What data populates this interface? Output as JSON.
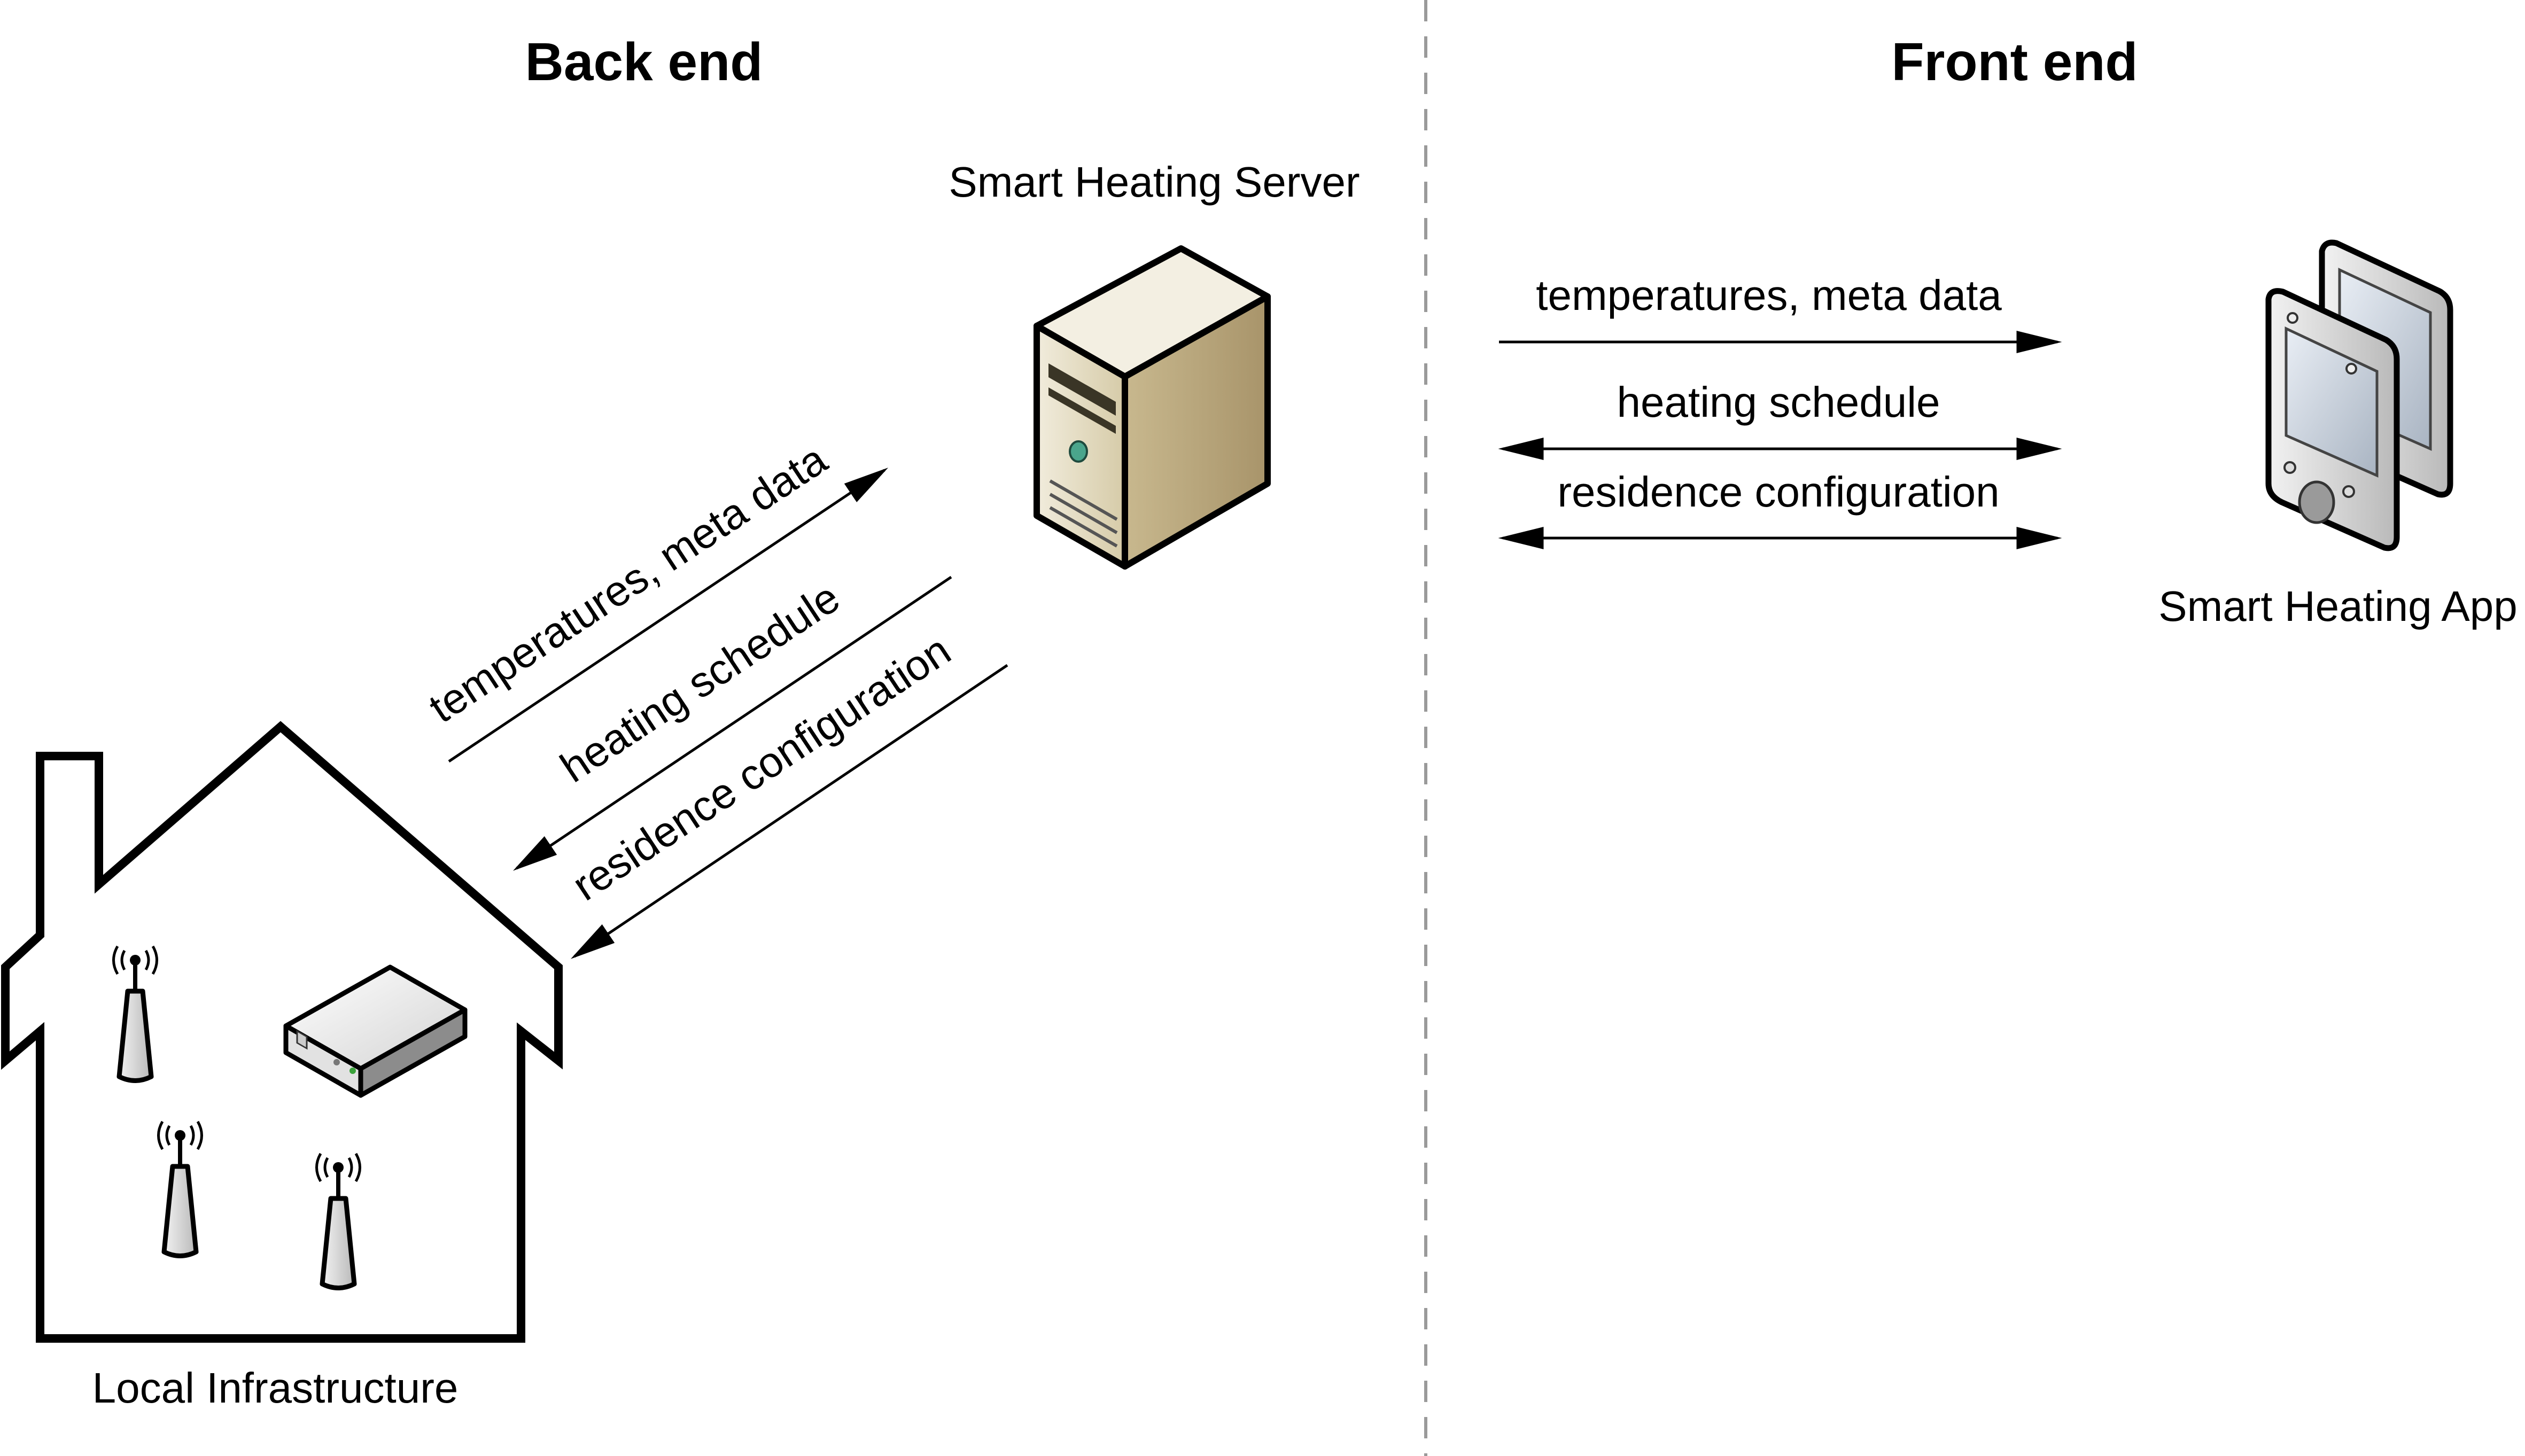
{
  "sections": {
    "back_end": "Back end",
    "front_end": "Front end"
  },
  "nodes": {
    "server": "Smart Heating Server",
    "app": "Smart Heating App",
    "local": "Local Infrastructure"
  },
  "backend_flows": [
    {
      "label": "temperatures, meta data",
      "direction": "to-server"
    },
    {
      "label": "heating schedule",
      "direction": "to-local"
    },
    {
      "label": "residence configuration",
      "direction": "to-local"
    }
  ],
  "frontend_flows": [
    {
      "label": "temperatures, meta data",
      "direction": "to-app"
    },
    {
      "label": "heating schedule",
      "direction": "both"
    },
    {
      "label": "residence configuration",
      "direction": "both"
    }
  ],
  "colors": {
    "divider": "#9a9a9a",
    "server_body": "#ddd3b8",
    "device_body": "#d7d7d7"
  },
  "icons": [
    "house-icon",
    "server-icon",
    "mobile-device-icon",
    "gateway-icon",
    "antenna-icon"
  ]
}
